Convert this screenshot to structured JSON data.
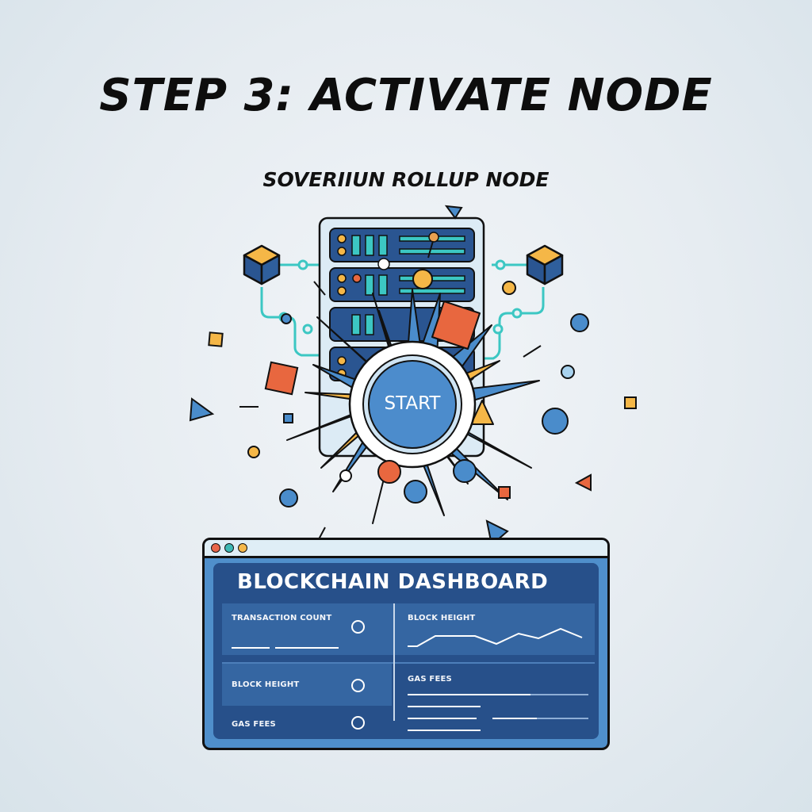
{
  "header": {
    "title": "STEP 3: ACTIVATE NODE",
    "subtitle": "SOVERIIUN ROLLUP NODE"
  },
  "server": {
    "rack_units": 4,
    "colors": {
      "frame": "#dcebf5",
      "unit": "#2a5591",
      "led": "#f5b84a",
      "slot": "#3cc7c3"
    }
  },
  "start_button": {
    "label": "START",
    "colors": {
      "fill": "#4c8ccc",
      "ring": "#ffffff",
      "burst_blue": "#4a8ccb",
      "burst_yellow": "#f5b747"
    }
  },
  "dashboard": {
    "window_dots": [
      "#e8664a",
      "#3cb8b4",
      "#f5b84a"
    ],
    "title": "BLOCKCHAIN DASHBOARD",
    "panels": [
      {
        "label": "TRANSACTION COUNT",
        "widget": "bars"
      },
      {
        "label": "BLOCK HEIGHT",
        "widget": "line-chart"
      },
      {
        "label": "BLOCK HEIGHT",
        "widget": "indicator"
      },
      {
        "label": "GAS FEES",
        "widget": "bars"
      },
      {
        "label": "GAS FEES",
        "widget": "indicator"
      }
    ]
  },
  "chart_data": {
    "type": "line",
    "title": "BLOCK HEIGHT",
    "x": [
      0,
      1,
      2,
      3,
      4,
      5,
      6,
      7,
      8
    ],
    "values": [
      1,
      1,
      4,
      4,
      4,
      2,
      5,
      3,
      6
    ],
    "xlabel": "",
    "ylabel": "",
    "grid": false
  },
  "palette": {
    "accent_blue": "#4a8ccb",
    "dark_blue": "#27508a",
    "orange": "#e8673f",
    "yellow": "#f5b747",
    "teal": "#3cc7c3"
  }
}
